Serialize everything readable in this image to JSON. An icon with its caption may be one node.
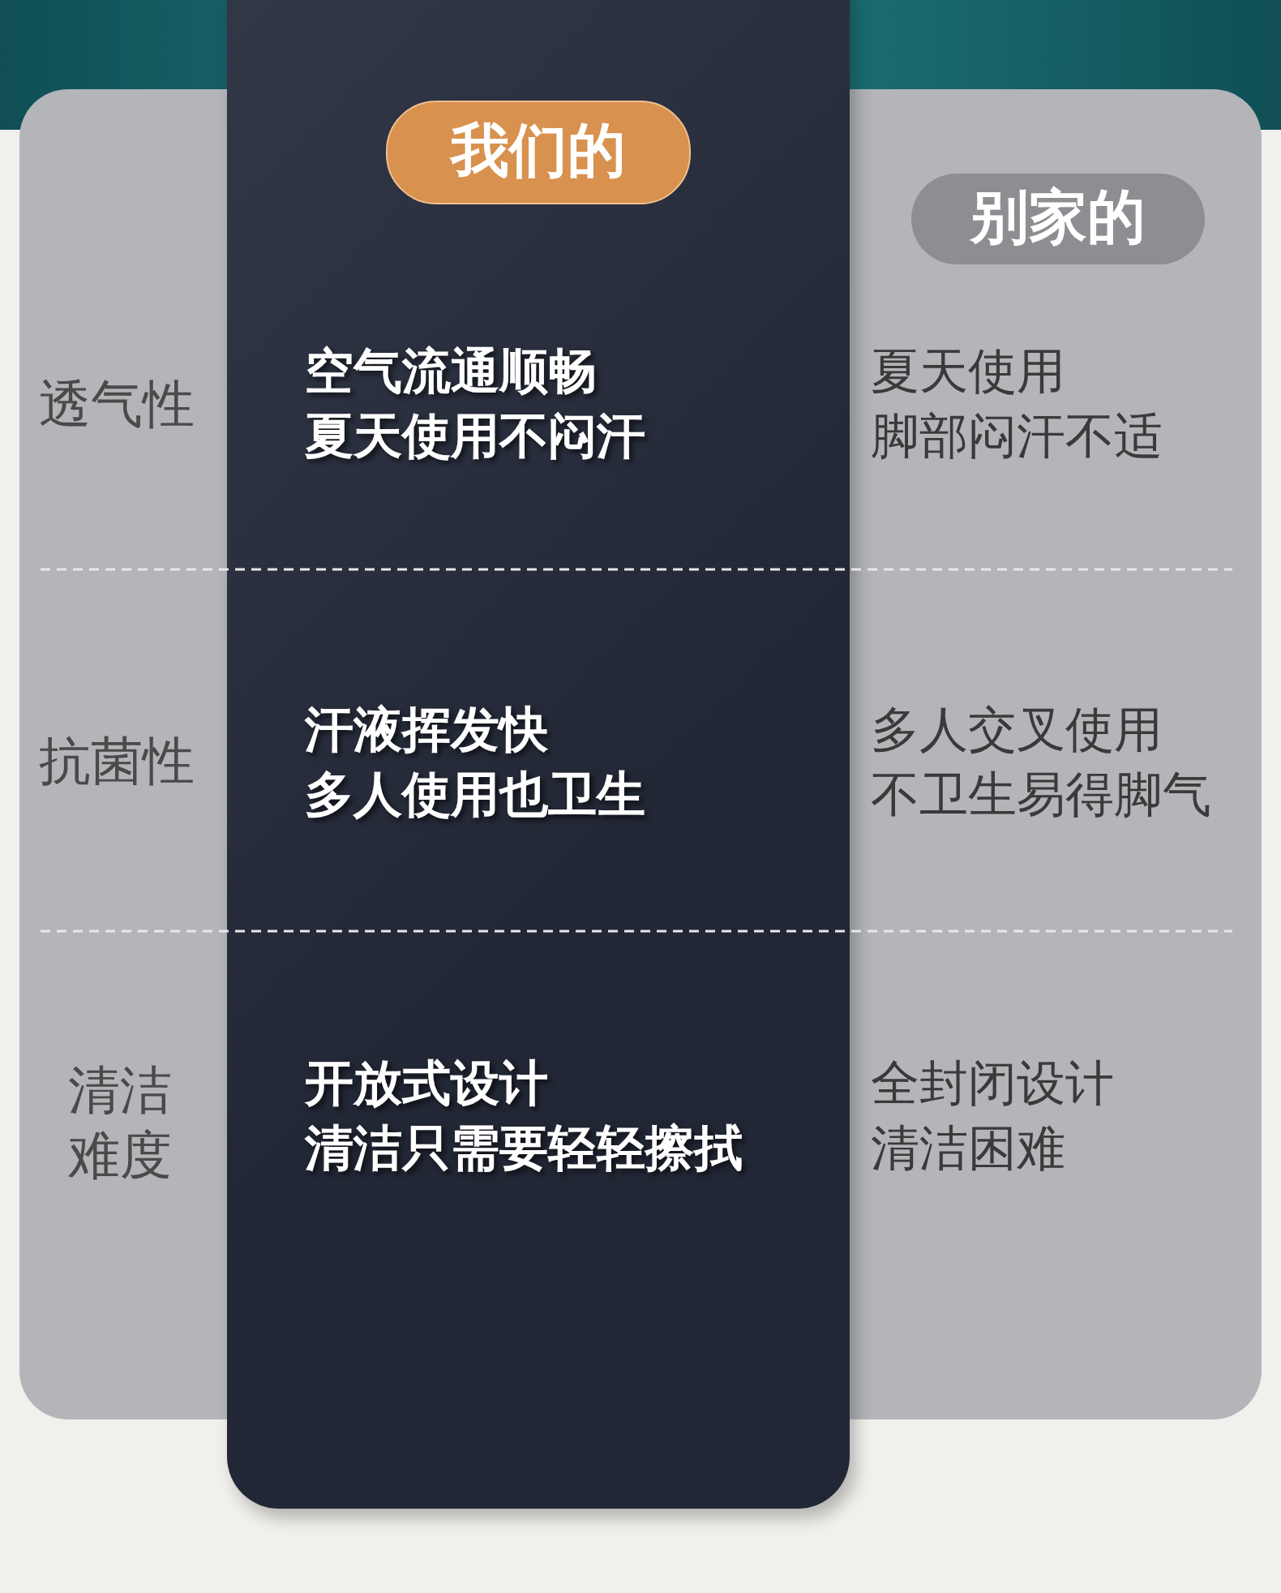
{
  "diagram": {
    "labels": [
      "我们的",
      "别家的",
      "透气性",
      "空气流通顺畅",
      "夏天使用不闷汗",
      "夏天使用",
      "脚部闷汗不适",
      "抗菌性",
      "汗液挥发快",
      "多人使用也卫生",
      "多人交叉使用",
      "不卫生易得脚气",
      "清洁难度",
      "开放式设计",
      "清洁只需要轻轻擦拭",
      "全封闭设计",
      "清洁困难"
    ]
  }
}
